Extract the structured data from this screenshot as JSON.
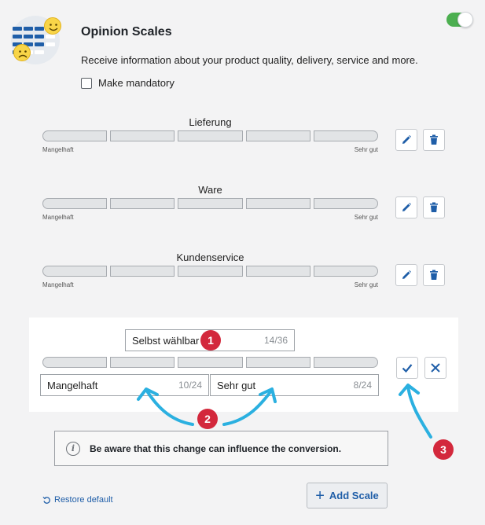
{
  "header": {
    "title": "Opinion Scales",
    "description": "Receive information about your product quality, delivery, service and more.",
    "mandatory_label": "Make mandatory",
    "mandatory_checked": false,
    "enabled": true
  },
  "scales": [
    {
      "name": "Lieferung",
      "low_label": "Mangelhaft",
      "high_label": "Sehr gut",
      "steps": 5
    },
    {
      "name": "Ware",
      "low_label": "Mangelhaft",
      "high_label": "Sehr gut",
      "steps": 5
    },
    {
      "name": "Kundenservice",
      "low_label": "Mangelhaft",
      "high_label": "Sehr gut",
      "steps": 5
    }
  ],
  "editor": {
    "name_value": "Selbst wählbar",
    "name_count": "14/36",
    "low_value": "Mangelhaft",
    "low_count": "10/24",
    "high_value": "Sehr gut",
    "high_count": "8/24"
  },
  "annotations": [
    "1",
    "2",
    "3"
  ],
  "alert": {
    "text": "Be aware that this change can influence the conversion.",
    "icon": "info-icon"
  },
  "footer": {
    "restore_label": "Restore default",
    "add_scale_label": "Add Scale"
  },
  "colors": {
    "accent": "#1f5ea8",
    "toggle_on": "#4caf50",
    "badge": "#d3283c",
    "arrow": "#2bb0e0"
  }
}
